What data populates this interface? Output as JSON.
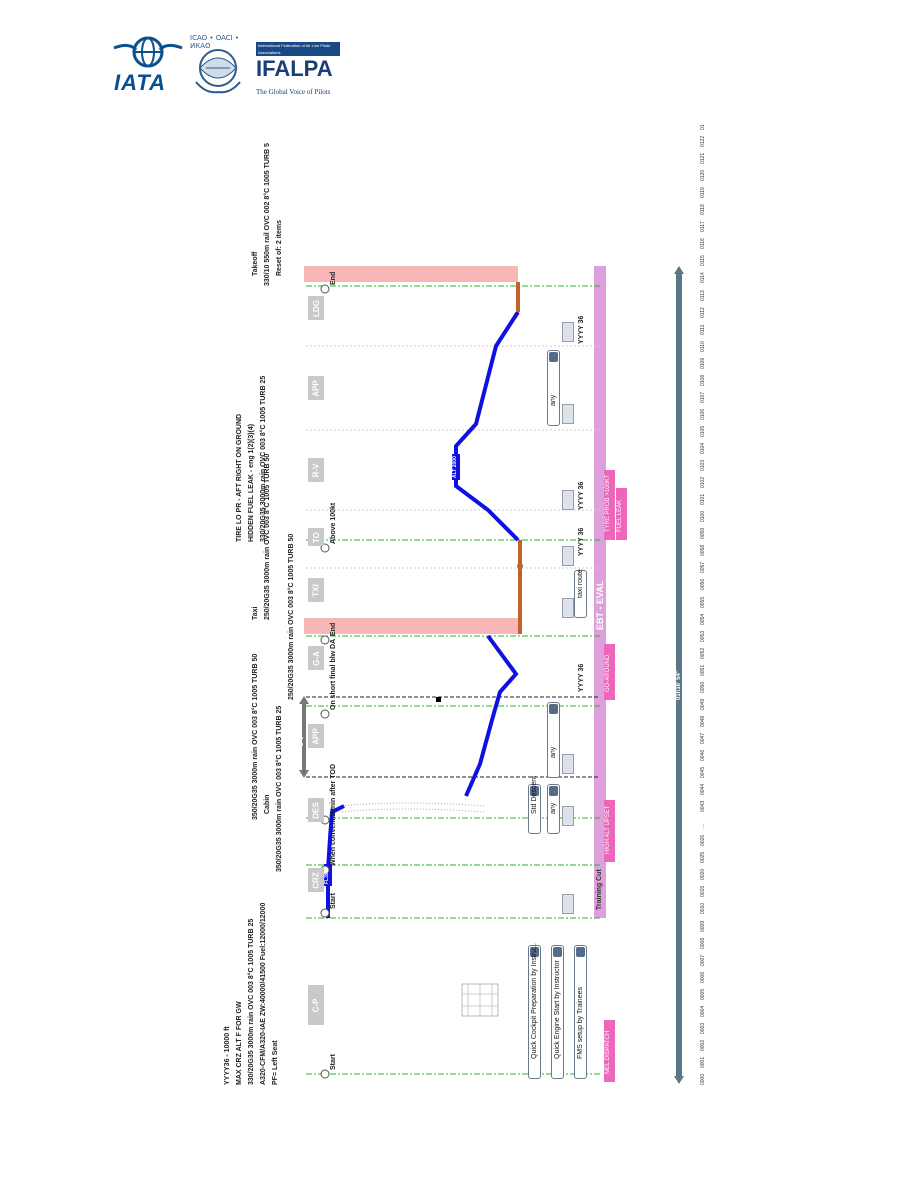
{
  "header": {
    "iata_word": "IATA",
    "icao_word": "ICAO • OACI • ИКАО",
    "ifalpa_head": "International Federation of Air Line Pilots' Associations",
    "ifalpa_word": "IFALPA",
    "ifalpa_tagline": "The Global Voice of Pilots"
  },
  "settings": [
    {
      "icon": "airport-icon",
      "text": "YYYY36 - 10000 ft"
    },
    {
      "icon": "weight-icon",
      "text": "MAX CRZ ALT F FOR GW"
    },
    {
      "icon": "weather-icon",
      "text": "330/20G35 3000m rain OVC 003 8°C 1005 TURB 25"
    },
    {
      "icon": "aircraft-icon",
      "text": "A320-CFM/A320-IAE ZW:40000/41500 Fuel:12000/12000"
    },
    {
      "icon": "seat-icon",
      "text": "PF= Left Seat"
    }
  ],
  "top_events": {
    "wx1": "350/20G35 3000m rain OVC 003 8°C 1005 TURB 50",
    "cabin": "Cabin",
    "wx2": "350/20G35 3000m rain OVC 003 8°C 1005 TURB 25",
    "wx3": "250/20G35 3000m rain OVC 003 8°C 1005 TURB 50",
    "taxi": "Taxi",
    "wx4": "250/20G35 3000m rain OVC 003 8°C 1005 TURB 50",
    "tire": "TIRE LO PR - AFT RIGHT ON GROUND",
    "fuel": "HIDDEN FUEL LEAK - eng 1(2)(3)(4)",
    "wx5": "330/20G35 3000m rain OVC 003 8°C 1005 TURB 25",
    "takeoff": "Takeoff",
    "wx6": "330/10 550m rail OVC 002 8°C 1005 TURB 5",
    "reset": "Reset of: 2 items"
  },
  "phases": [
    "C-P",
    "CRZ",
    "DES",
    "APP",
    "G-A",
    "TXI",
    "TO",
    "R-V",
    "APP",
    "LDG"
  ],
  "markers": {
    "start1": "Start",
    "start2": "Start",
    "convenient": "When conveniant",
    "tod": "2 min after TOD",
    "short_final": "On short final blw DA",
    "end1": "End",
    "above100": "Above 100kt",
    "end2": "End"
  },
  "labels": {
    "alt_badge": "FL390",
    "alt_badge2": "ALT 2000",
    "duration": "5' 0\"",
    "eval": "EBT - EVAL",
    "total_time": "01h16' 54\"",
    "rwy1": "YYYY 36",
    "rwy2": "YYYY 36",
    "rwy3": "YYYY 36",
    "rwy4": "YYYY 36",
    "training_cut": "Training Cut"
  },
  "dropdowns": {
    "cockpit_prep": "Quick Cockpit Preparation by Instru...",
    "engine_start": "Quick Engine Start by Instructor",
    "fms": "FMS setup by Trainees",
    "std_descent": "Std Descent",
    "any1": "any",
    "any2": "any",
    "any3": "any",
    "taxi_route": "taxi route"
  },
  "pink_tags": {
    "mel": "MEL DISPATCH",
    "upset": "HIGH ALT UPSET",
    "goaround": "GO-AROUND",
    "tyre": "TYRE PROB >100KT",
    "fuelleak": "FUEL LEAK"
  },
  "timeline_ticks": [
    "0000",
    "0001",
    "0002",
    "0003",
    "0004",
    "0005",
    "0006",
    "0007",
    "0008",
    "0009",
    "0010",
    "0015",
    "0020",
    "0025",
    "0026",
    "....",
    "0043",
    "0044",
    "0045",
    "0046",
    "0047",
    "0048",
    "0049",
    "0050",
    "0051",
    "0052",
    "0053",
    "0054",
    "0055",
    "0056",
    "0057",
    "0058",
    "0059",
    "0100",
    "0101",
    "0102",
    "0103",
    "0104",
    "0105",
    "0106",
    "0107",
    "0108",
    "0109",
    "0110",
    "0111",
    "0112",
    "0113",
    "0114",
    "0115",
    "0116",
    "0117",
    "0118",
    "0119",
    "0120",
    "0121",
    "0122",
    "01"
  ],
  "colors": {
    "profile": "#1010e0",
    "ground": "#c0622a",
    "pink_band": "#f7b6b8",
    "eval_band": "#dda0dd",
    "timeline": "#5b7685",
    "divider_green": "#22bb22"
  }
}
